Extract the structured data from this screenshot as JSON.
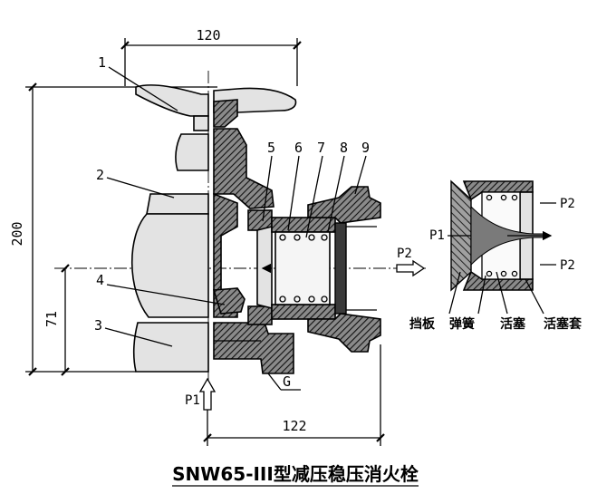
{
  "figure": {
    "title": "SNW65-III型减压稳压消火栓",
    "dimensions": {
      "top_width": "120",
      "total_height": "200",
      "lower_height": "71",
      "bottom_width": "122"
    },
    "part_numbers": [
      "1",
      "2",
      "3",
      "4",
      "5",
      "6",
      "7",
      "8",
      "9"
    ],
    "port_labels": {
      "inlet": "P1",
      "outlet": "P2",
      "thread": "G"
    },
    "detail": {
      "p1": "P1",
      "p2_top": "P2",
      "p2_bottom": "P2",
      "outlet_arrow": "P2",
      "part_labels": [
        "挡板",
        "弹簧",
        "活塞",
        "活塞套"
      ]
    }
  }
}
